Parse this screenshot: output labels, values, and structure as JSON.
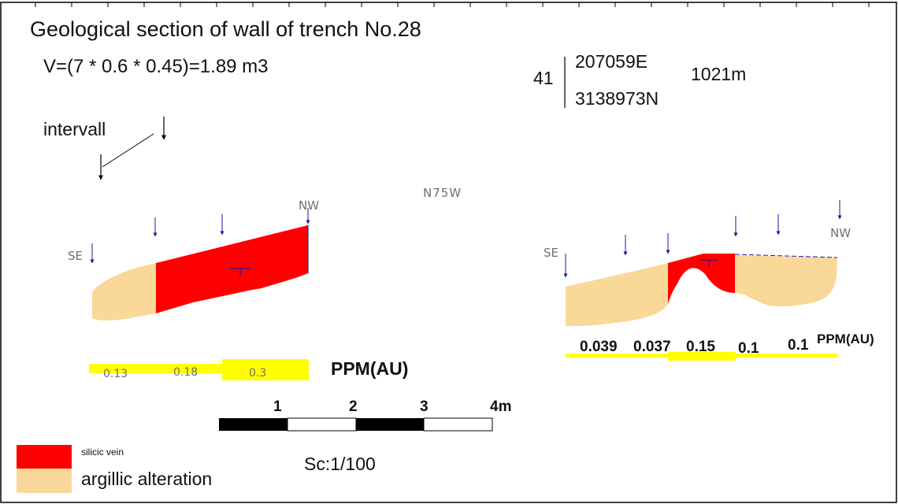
{
  "title": "Geological section of wall of trench No.28",
  "volume": "V=(7 * 0.6 * 0.45)=1.89 m3",
  "point": {
    "id": "41",
    "easting": "207059E",
    "northing": "3138973N",
    "elevation": "1021m"
  },
  "interval_label": "intervall",
  "direction_label": "N75W",
  "left_section": {
    "start_label": "SE",
    "end_label": "NW",
    "assay_values": [
      "0.13",
      "0.18",
      "0.3"
    ],
    "assay_unit": "PPM(AU)"
  },
  "right_section": {
    "start_label": "SE",
    "end_label": "NW",
    "assay_values": [
      "0.039",
      "0.037",
      "0.15",
      "0.1",
      "0.1"
    ],
    "assay_unit": "PPM(AU)"
  },
  "scale_bar": {
    "ticks": [
      "1",
      "2",
      "3",
      "4m"
    ],
    "caption": "Sc:1/100"
  },
  "legend": [
    {
      "label": "silicic vein",
      "color": "#ff0000"
    },
    {
      "label": "argillic alteration",
      "color": "#f9d89a"
    }
  ],
  "colors": {
    "vein": "#ff0000",
    "alteration": "#f9d89a",
    "assay_bar": "#ffff00",
    "marker": "#1a1aa0"
  }
}
